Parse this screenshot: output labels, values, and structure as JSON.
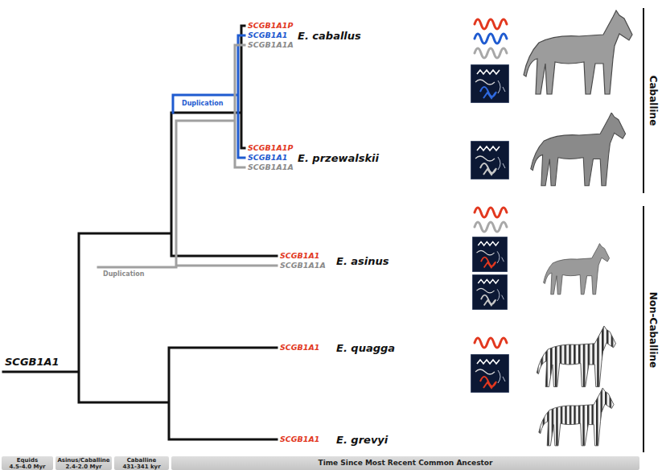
{
  "diagram": {
    "nodes": [
      {
        "text": [
          "SCGB1A1P",
          "SCGB1A1",
          "SCGB1A1A",
          "E. caballus",
          "SCGB1A1P",
          "SCGB1A1",
          "SCGB1A1A",
          "E. przewalskii"
        ]
      },
      {
        "text": [
          "Duplication"
        ],
        "in": 0
      },
      {
        "text": [
          "SCGB1A1",
          "SCGB1A1A",
          "E. asinus",
          "Duplication"
        ]
      },
      {
        "text": [
          "SCGB1A1",
          "E. quagga",
          "SCGB1A1",
          "E. grevyi"
        ]
      },
      {
        "text": [
          "Equids",
          "4.5-4.0 Myr"
        ]
      },
      {
        "text": [
          "Asinus/Caballine",
          "2.4-2.0 Myr"
        ]
      },
      {
        "text": [
          "Caballine",
          "431-341 kyr"
        ]
      },
      {
        "text": [
          "Time Since Most Recent Common Ancestor"
        ]
      }
    ],
    "labels": [
      "SCGB1A1",
      "Caballine",
      "Non-Caballine"
    ]
  }
}
